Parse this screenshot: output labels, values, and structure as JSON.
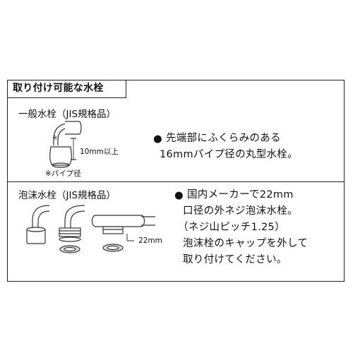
{
  "header": {
    "title": "取り付け可能な水栓"
  },
  "section1": {
    "title": "一般水栓（JIS規格品）",
    "dimension_label": "10mm以上",
    "asterisk_mark": "※",
    "note": "※パイプ径",
    "bullet": "●",
    "desc_lines": [
      "先端部にふくらみのある",
      "16mmパイプ径の丸型水栓。"
    ]
  },
  "section2": {
    "title": "泡沫水栓（JIS規格品）",
    "dimension_label": "22mm",
    "bullet": "●",
    "desc_lines": [
      "国内メーカーで22mm",
      "口径の外ネジ泡沫水栓。",
      "（ネジ山ピッチ1.25）",
      "泡沫栓のキャップを外して",
      "取り付けてください。"
    ]
  }
}
